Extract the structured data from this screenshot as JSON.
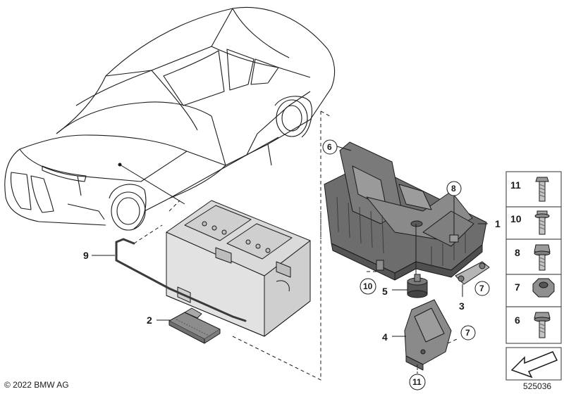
{
  "callouts": {
    "c1": "1",
    "c2": "2",
    "c3": "3",
    "c4": "4",
    "c5": "5",
    "c6": "6",
    "c7a": "7",
    "c7b": "7",
    "c8": "8",
    "c9": "9",
    "c10": "10",
    "c11": "11"
  },
  "legend": [
    {
      "num": "11",
      "icon": "bolt-icon"
    },
    {
      "num": "10",
      "icon": "flange-bolt-icon"
    },
    {
      "num": "8",
      "icon": "hex-bolt-icon"
    },
    {
      "num": "7",
      "icon": "hex-nut-icon"
    },
    {
      "num": "6",
      "icon": "bolt-icon"
    }
  ],
  "footer": {
    "copyright": "© 2022 BMW AG",
    "diagram_id": "525036"
  },
  "colors": {
    "line": "#1a1a1a",
    "part_fill": "#d6d6d6",
    "part_dark": "#8c8c8c",
    "legend_border": "#555555"
  }
}
